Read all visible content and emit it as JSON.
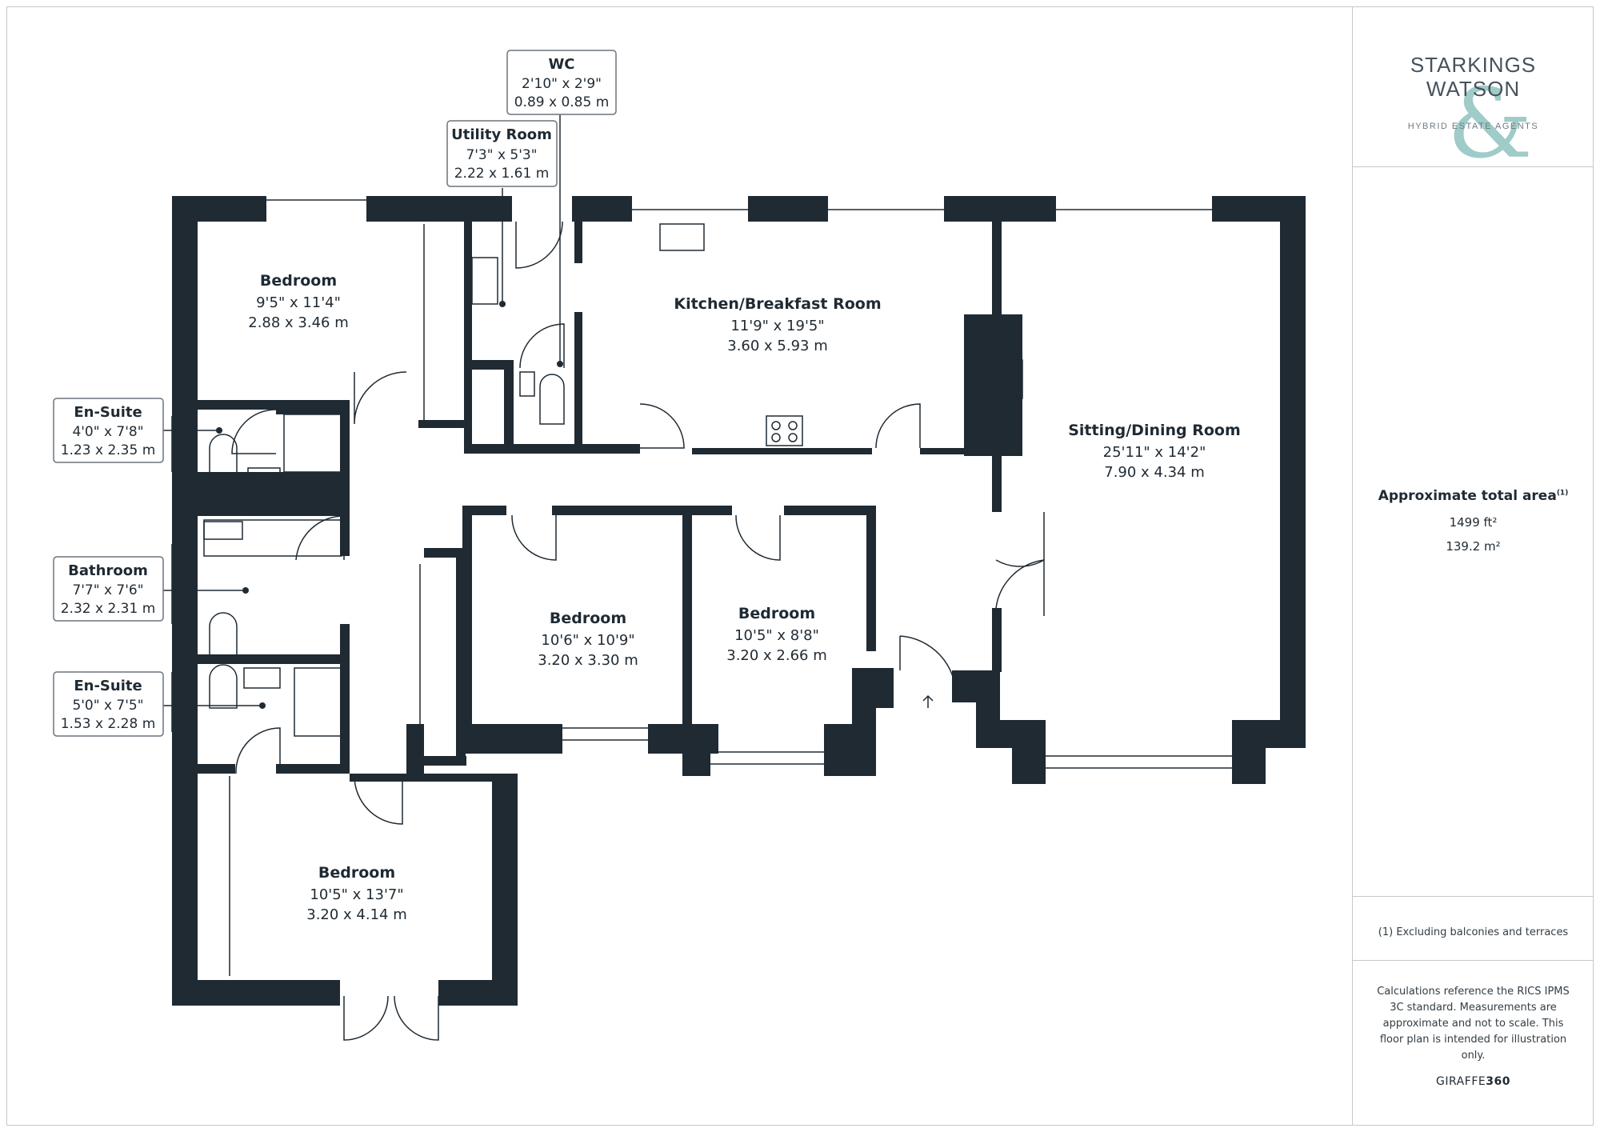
{
  "rooms": [
    {
      "id": "bedroom-1",
      "name": "Bedroom",
      "imperial": "9'5\" x 11'4\"",
      "metric": "2.88 x 3.46 m"
    },
    {
      "id": "kitchen",
      "name": "Kitchen/Breakfast Room",
      "imperial": "11'9\" x 19'5\"",
      "metric": "3.60 x 5.93 m"
    },
    {
      "id": "sitting",
      "name": "Sitting/Dining Room",
      "imperial": "25'11\" x 14'2\"",
      "metric": "7.90 x 4.34 m"
    },
    {
      "id": "bedroom-2",
      "name": "Bedroom",
      "imperial": "10'6\" x 10'9\"",
      "metric": "3.20 x 3.30 m"
    },
    {
      "id": "bedroom-3",
      "name": "Bedroom",
      "imperial": "10'5\" x 8'8\"",
      "metric": "3.20 x 2.66 m"
    },
    {
      "id": "bedroom-4",
      "name": "Bedroom",
      "imperial": "10'5\" x 13'7\"",
      "metric": "3.20 x 4.14 m"
    }
  ],
  "callouts": [
    {
      "id": "wc",
      "name": "WC",
      "imperial": "2'10\" x 2'9\"",
      "metric": "0.89 x 0.85 m"
    },
    {
      "id": "utility",
      "name": "Utility Room",
      "imperial": "7'3\" x 5'3\"",
      "metric": "2.22 x 1.61 m"
    },
    {
      "id": "ensuite-1",
      "name": "En-Suite",
      "imperial": "4'0\" x 7'8\"",
      "metric": "1.23 x 2.35 m"
    },
    {
      "id": "bathroom",
      "name": "Bathroom",
      "imperial": "7'7\" x 7'6\"",
      "metric": "2.32 x 2.31 m"
    },
    {
      "id": "ensuite-2",
      "name": "En-Suite",
      "imperial": "5'0\" x 7'5\"",
      "metric": "1.53 x 2.28 m"
    }
  ],
  "logo": {
    "line1": "STARKINGS",
    "line2": "WATSON",
    "amp": "&",
    "tagline": "HYBRID ESTATE AGENTS"
  },
  "area": {
    "title": "Approximate total area",
    "footnote_mark": "(1)",
    "sqft": "1499 ft²",
    "sqm": "139.2 m²"
  },
  "footnote": "(1) Excluding balconies and terraces",
  "disclaimer": "Calculations reference the RICS IPMS 3C standard. Measurements are approximate and not to scale. This floor plan is intended for illustration only.",
  "credit": {
    "part1": "GIRAFFE",
    "part2": "360"
  },
  "colors": {
    "wall": "#1f2a33",
    "fixture": "#1f2a33",
    "logo_accent": "#8fc3bf"
  }
}
